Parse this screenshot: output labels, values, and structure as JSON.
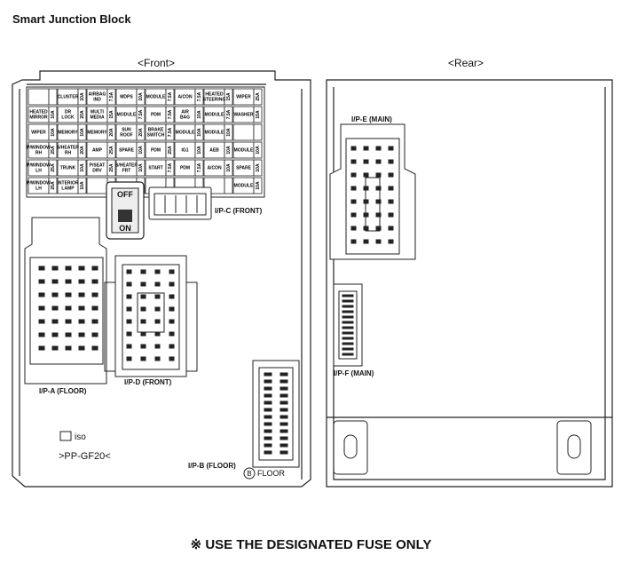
{
  "title": "Smart Junction Block",
  "views": {
    "front": "<Front>",
    "rear": "<Rear>"
  },
  "connectors": {
    "ipc": "I/P-C (FRONT)",
    "ipa": "I/P-A (FLOOR)",
    "ipd": "I/P-D (FRONT)",
    "ipb": "I/P-B (FLOOR)",
    "ipe": "I/P-E (MAIN)",
    "ipf": "I/P-F (MAIN)"
  },
  "switch": {
    "off": "OFF",
    "on": "ON"
  },
  "marks": {
    "logo": "iso",
    "part_code": ">PP-GF20<",
    "floor_badge": "B",
    "floor_text": "FLOOR"
  },
  "footer": "※ USE THE DESIGNATED FUSE ONLY",
  "fuse_rows": [
    [
      [
        "",
        ""
      ],
      [
        "CLUSTER",
        "10A"
      ],
      [
        "AIRBAG IND",
        "7.5A"
      ],
      [
        "MDPS",
        "10A"
      ],
      [
        "MODULE",
        "7.5A"
      ],
      [
        "A/CON",
        "7.5A"
      ],
      [
        "HEATED STEERING",
        "15A"
      ],
      [
        "WIPER",
        "25A"
      ]
    ],
    [
      [
        "HEATED MIRROR",
        "10A"
      ],
      [
        "DR LOCK",
        "20A"
      ],
      [
        "MULTI MEDIA",
        "15A"
      ],
      [
        "MODULE",
        "7.5A"
      ],
      [
        "PDM",
        "7.5A"
      ],
      [
        "AIR BAG",
        "10A"
      ],
      [
        "MODULE",
        "7.5A"
      ],
      [
        "WASHER",
        "15A"
      ]
    ],
    [
      [
        "WIPER",
        "10A"
      ],
      [
        "MEMORY",
        "10A"
      ],
      [
        "MEMORY",
        "20A"
      ],
      [
        "SUN ROOF",
        "20A"
      ],
      [
        "BRAKE SWITCH",
        "7.5A"
      ],
      [
        "MODULE",
        "10A"
      ],
      [
        "MODULE",
        "10A"
      ],
      [
        "",
        ""
      ]
    ],
    [
      [
        "P/WINDOW RH",
        "25A"
      ],
      [
        "S/HEATER RH",
        "20A"
      ],
      [
        "AMP",
        "25A"
      ],
      [
        "SPARE",
        "10A"
      ],
      [
        "PDM",
        "25A"
      ],
      [
        "IG1",
        "10A"
      ],
      [
        "AEB",
        "10A"
      ],
      [
        "MODULE",
        "10A"
      ]
    ],
    [
      [
        "P/WINDOW LH",
        "25A"
      ],
      [
        "TRUNK",
        "10A"
      ],
      [
        "P/SEAT DRV",
        "25A"
      ],
      [
        "S/HEATER FRT",
        "10A"
      ],
      [
        "START",
        "7.5A"
      ],
      [
        "PDM",
        "7.5A"
      ],
      [
        "A/CON",
        "10A"
      ],
      [
        "SPARE",
        "10A"
      ]
    ],
    [
      [
        "P/WINDOW LH",
        "25A"
      ],
      [
        "INTERIOR LAMP",
        "10A"
      ],
      [
        "",
        ""
      ],
      [
        "",
        ""
      ],
      [
        "",
        ""
      ],
      [
        "",
        ""
      ],
      [
        "",
        ""
      ],
      [
        "MODULE",
        "10A"
      ]
    ]
  ]
}
